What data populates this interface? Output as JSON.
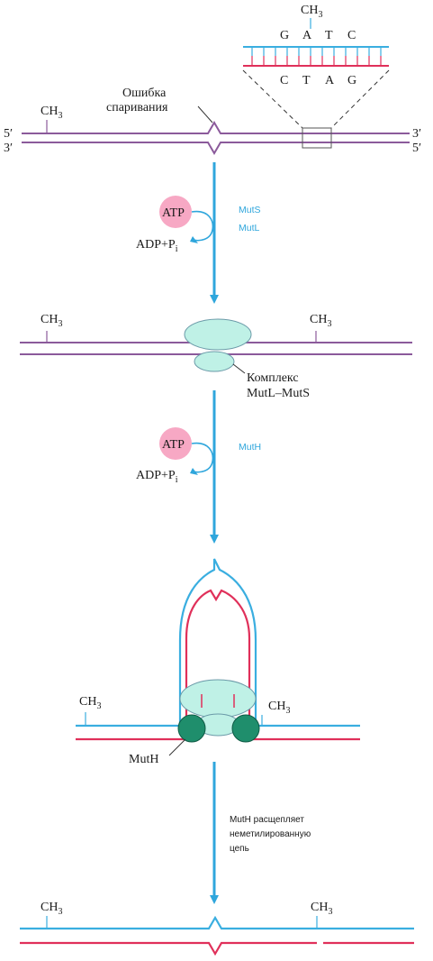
{
  "colors": {
    "purple_strand": "#8b5a9b",
    "blue_strand": "#3aaee0",
    "red_strand": "#e0305a",
    "arrow": "#2fa6dc",
    "protein_complex": "#bff1e6",
    "atp_fill": "#f7a8c4",
    "muth_fill": "#1f8e6c",
    "enzyme_label": "#2fa6dc"
  },
  "inset": {
    "methyl": "CH",
    "methyl_sub": "3",
    "top_bases": [
      "G",
      "A",
      "T",
      "C"
    ],
    "bottom_bases": [
      "C",
      "T",
      "A",
      "G"
    ]
  },
  "stage1": {
    "end_top_left": "5′",
    "end_top_right": "3′",
    "end_bottom_left": "3′",
    "end_bottom_right": "5′",
    "methyl": "CH",
    "methyl_sub": "3",
    "mismatch_label_line1": "Ошибка",
    "mismatch_label_line2": "спаривания"
  },
  "step1": {
    "atp": "ATP",
    "product": "ADP+P",
    "product_sub": "i",
    "enzyme1": "MutS",
    "enzyme2": "MutL"
  },
  "stage2": {
    "methyl_left": "CH",
    "methyl_right": "CH",
    "methyl_sub": "3",
    "complex_label_line1": "Комплекс",
    "complex_label_line2": "MutL–MutS"
  },
  "step2": {
    "atp": "ATP",
    "product": "ADP+P",
    "product_sub": "i",
    "enzyme": "MutH"
  },
  "stage3": {
    "methyl_left": "CH",
    "methyl_right": "CH",
    "methyl_sub": "3",
    "muth_label": "MutH"
  },
  "step3": {
    "note_line1": "MutH расщепляет",
    "note_line2": "неметилированную",
    "note_line3": "цепь"
  },
  "stage4": {
    "methyl_left": "CH",
    "methyl_right": "CH",
    "methyl_sub": "3"
  }
}
